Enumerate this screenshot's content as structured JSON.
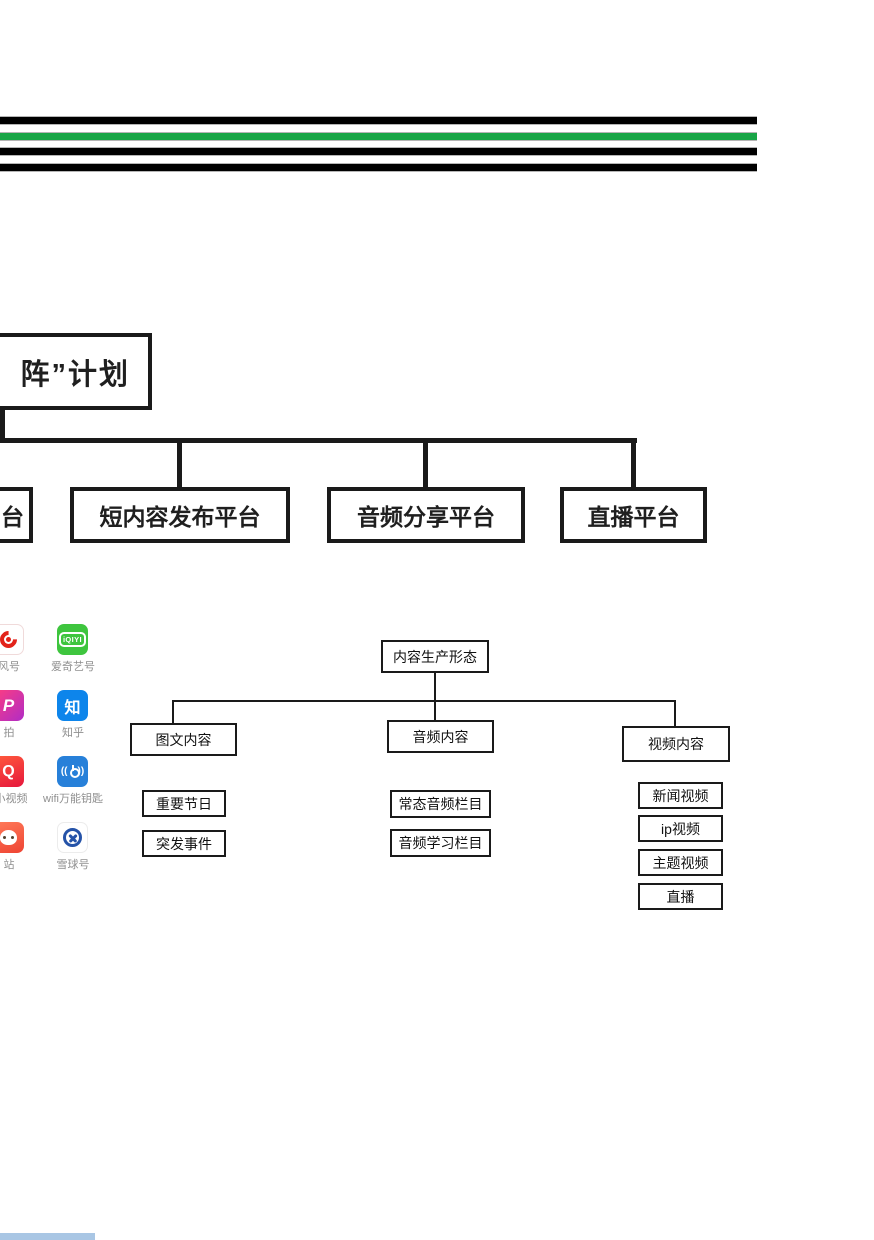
{
  "page": {
    "background": "#ffffff",
    "accent_green": "#18a546",
    "line_color": "#1a1a1a"
  },
  "stripes": {
    "bar1_color": "#000000",
    "bar2_color": "#18a546",
    "bar3_color": "#000000",
    "bar4_color": "#000000"
  },
  "top_chart": {
    "title": "阵”计划",
    "platforms": [
      {
        "label": "台"
      },
      {
        "label": "短内容发布平台"
      },
      {
        "label": "音频分享平台"
      },
      {
        "label": "直播平台"
      }
    ]
  },
  "app_icons": [
    {
      "name": "dafeng-swirl-icon",
      "label": "风号",
      "color": "#e2231a"
    },
    {
      "name": "iqiyi-icon",
      "label": "爱奇艺号",
      "glyph": "iQIYI",
      "color": "#3ec53e"
    },
    {
      "name": "meipai-p-icon",
      "label": "拍",
      "glyph": "P",
      "color": "#d72fa0"
    },
    {
      "name": "zhihu-icon",
      "label": "知乎",
      "glyph": "知",
      "color": "#0d85eb"
    },
    {
      "name": "xiaoshipin-q-icon",
      "label": "小视频",
      "glyph": "Q",
      "color": "#e6253c"
    },
    {
      "name": "wifi-key-icon",
      "label": "wifi万能钥匙",
      "color": "#2780d9"
    },
    {
      "name": "anime-site-icon",
      "label": "站",
      "color": "#ee4433"
    },
    {
      "name": "xueqiu-icon",
      "label": "雪球号",
      "color": "#2553a8"
    }
  ],
  "content_chart": {
    "root": "内容生产形态",
    "branches": [
      {
        "label": "图文内容",
        "children": [
          "重要节日",
          "突发事件"
        ]
      },
      {
        "label": "音频内容",
        "children": [
          "常态音频栏目",
          "音频学习栏目"
        ]
      },
      {
        "label": "视频内容",
        "children": [
          "新闻视频",
          "ip视频",
          "主题视频",
          "直播"
        ]
      }
    ]
  }
}
